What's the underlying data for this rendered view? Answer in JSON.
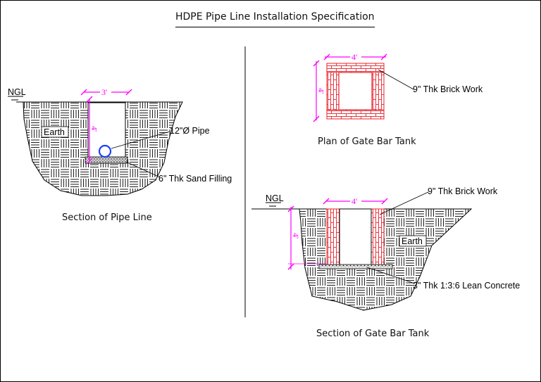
{
  "title": "HDPE Pipe Line Installation Specification",
  "captions": {
    "pipe_section": "Section of Pipe Line",
    "plan_tank": "Plan of Gate Bar Tank",
    "tank_section": "Section of Gate Bar Tank"
  },
  "labels": {
    "ngl": "NGL",
    "earth": "Earth",
    "pipe": "12\"Ø Pipe",
    "sand_filling": "6\" Thk Sand Filling",
    "brick_work": "9\" Thk Brick Work",
    "lean_concrete": "3\" Thk 1:3:6 Lean Concrete"
  },
  "dimensions": {
    "trench_width": "3'",
    "trench_depth": "4'",
    "tank_width": "4'",
    "tank_depth": "4'"
  },
  "colors": {
    "dimension": "#ff00ff",
    "brick": "#e8202a",
    "pipe": "#1f3fff",
    "line": "#000000"
  }
}
